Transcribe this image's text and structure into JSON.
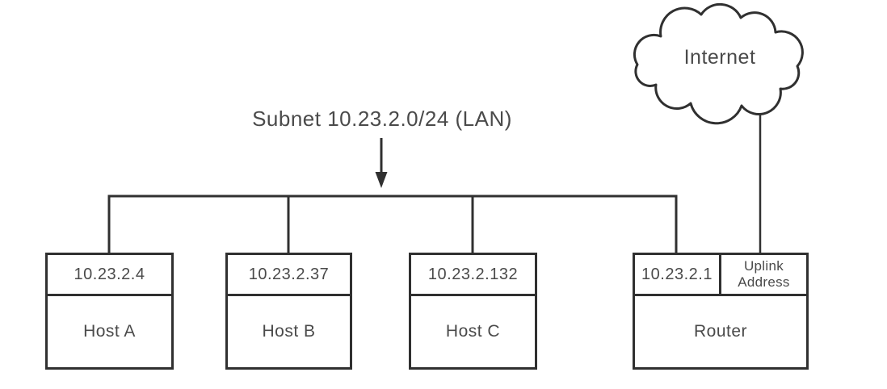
{
  "figure": {
    "subnet_label": "Subnet 10.23.2.0/24 (LAN)",
    "internet": {
      "label": "Internet"
    },
    "hosts": [
      {
        "ip": "10.23.2.4",
        "name": "Host A"
      },
      {
        "ip": "10.23.2.37",
        "name": "Host B"
      },
      {
        "ip": "10.23.2.132",
        "name": "Host C"
      }
    ],
    "router": {
      "ip": "10.23.2.1",
      "uplink_lines": [
        "Uplink",
        "Address"
      ],
      "name": "Router"
    },
    "colors": {
      "line": "#303030",
      "text": "#4a4a4a",
      "bg": "#ffffff"
    }
  }
}
